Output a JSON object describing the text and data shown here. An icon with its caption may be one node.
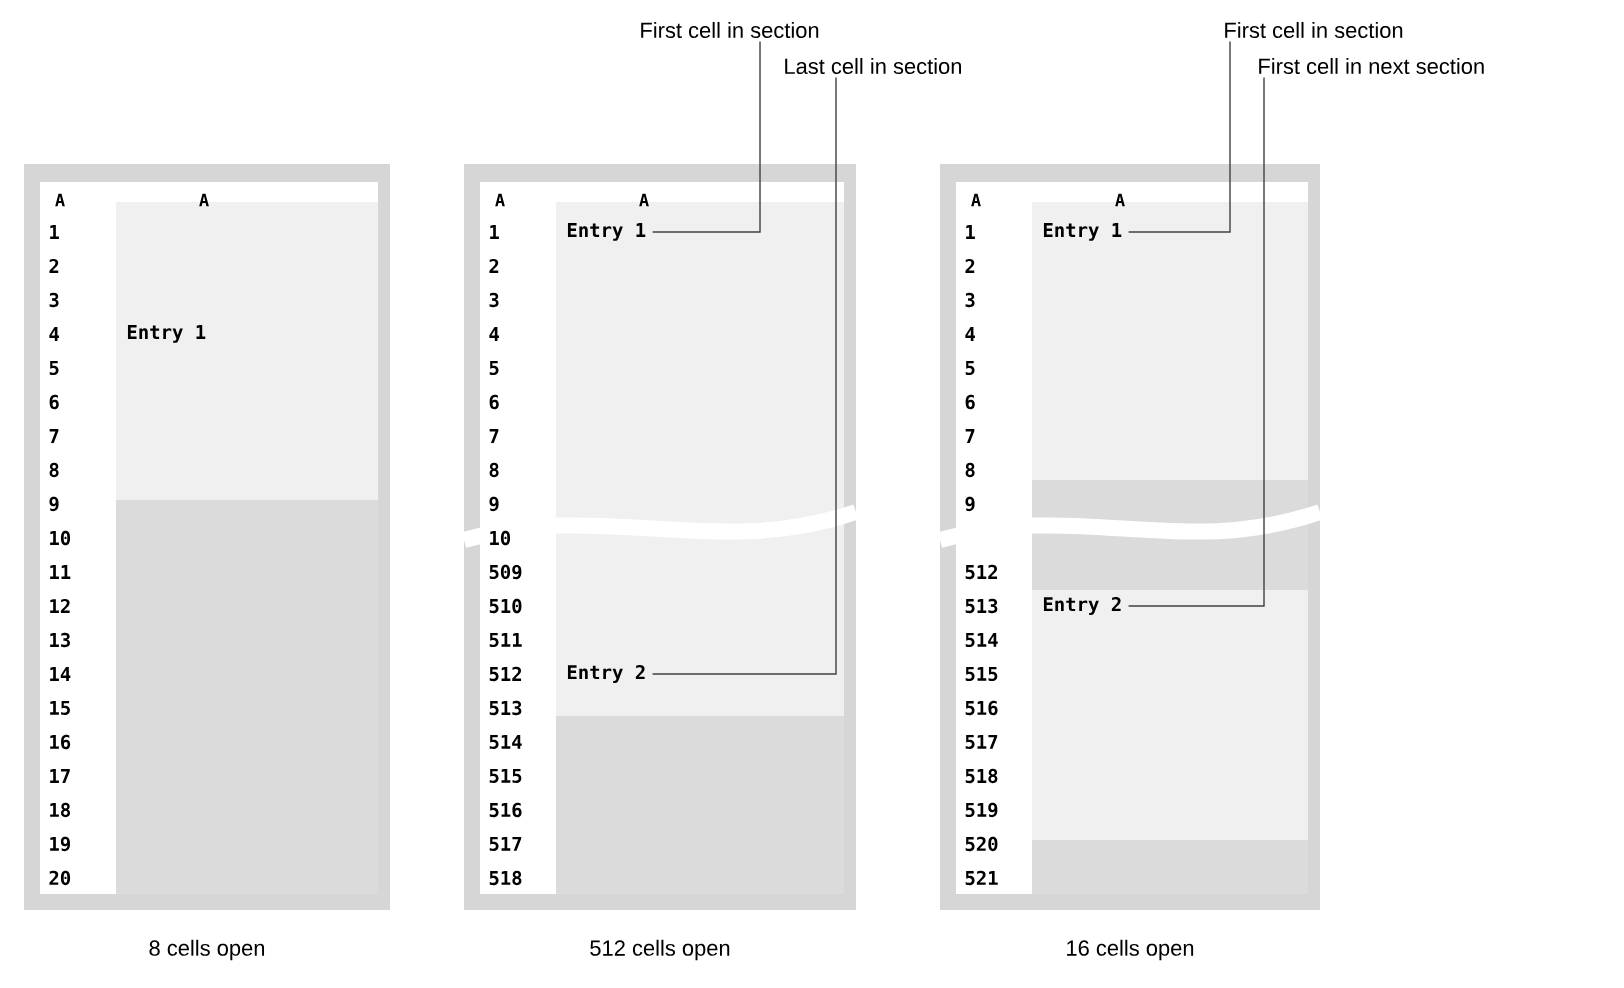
{
  "diagram": {
    "nodes": [
      {
        "text": [
          "A",
          "A"
        ],
        "beside": [
          "8 cells open"
        ]
      },
      {
        "text": [
          "Entry 1"
        ],
        "in": 0
      },
      {
        "text": [
          "A",
          "A"
        ],
        "beside": [
          "512 cells open"
        ]
      },
      {
        "text": [
          "Entry 1"
        ],
        "in": 2
      },
      {
        "text": [
          "Entry 2"
        ],
        "in": 2
      },
      {
        "text": [
          "A",
          "A"
        ],
        "beside": [
          "16 cells open"
        ]
      },
      {
        "text": [
          "Entry 1"
        ],
        "in": 5
      },
      {
        "text": [
          "Entry 2"
        ],
        "in": 5
      },
      {
        "text": [
          "First cell in section"
        ]
      },
      {
        "text": [
          "Last cell in section"
        ]
      },
      {
        "text": [
          "First cell in section"
        ]
      },
      {
        "text": [
          "First cell in next section"
        ]
      }
    ],
    "edges": [
      {
        "from": 8,
        "to": 3,
        "arrow": "none"
      },
      {
        "from": 9,
        "to": 4,
        "arrow": "none"
      },
      {
        "from": 10,
        "to": 6,
        "arrow": "none"
      },
      {
        "from": 11,
        "to": 7,
        "arrow": "none"
      }
    ],
    "labels": [
      "1",
      "2",
      "3",
      "4",
      "5",
      "6",
      "7",
      "8",
      "9",
      "10",
      "11",
      "12",
      "13",
      "14",
      "15",
      "16",
      "17",
      "18",
      "19",
      "20",
      "1",
      "2",
      "3",
      "4",
      "5",
      "6",
      "7",
      "8",
      "9",
      "10",
      "509",
      "510",
      "511",
      "512",
      "513",
      "514",
      "515",
      "516",
      "517",
      "518",
      "1",
      "2",
      "3",
      "4",
      "5",
      "6",
      "7",
      "8",
      "9",
      "512",
      "513",
      "514",
      "515",
      "516",
      "517",
      "518",
      "519",
      "520",
      "521"
    ]
  }
}
